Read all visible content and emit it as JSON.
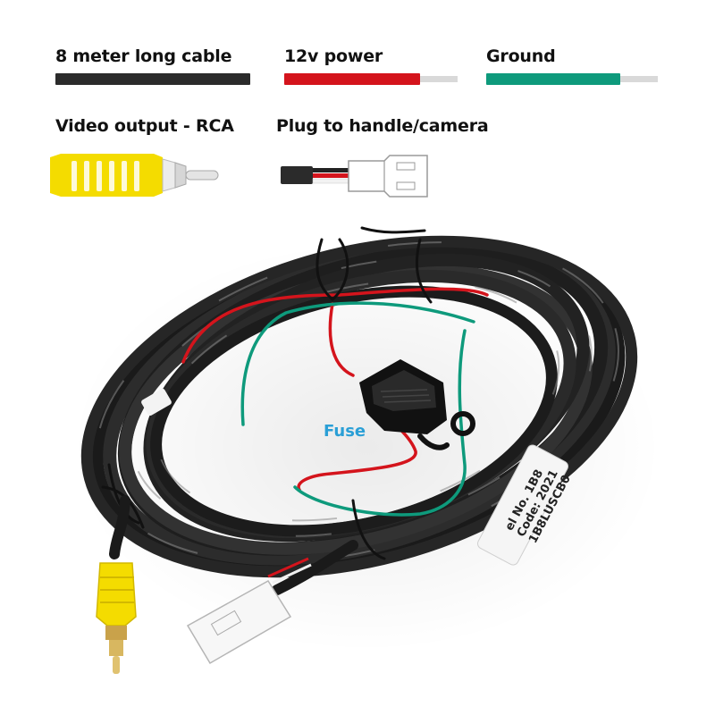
{
  "legend": {
    "cable": {
      "label": "8 meter long cable",
      "color": "#2b2b2b"
    },
    "power": {
      "label": "12v power",
      "color": "#d4141c",
      "tip_color": "#d9d9d9"
    },
    "ground": {
      "label": "Ground",
      "color": "#0e9a7c",
      "tip_color": "#d9d9d9"
    },
    "video": {
      "label": "Video output - RCA",
      "color": "#f4dc00",
      "connector_icon": "rca-plug-icon"
    },
    "plug": {
      "label": "Plug to handle/camera",
      "color": "#ffffff",
      "connector_icon": "connector-plug-icon"
    }
  },
  "photo": {
    "fuse_label": "Fuse",
    "fuse_label_color": "#2a9fd6",
    "sleeve_text": [
      "el No. 1B8",
      "Code: 2021",
      "1B8LUSCB0"
    ]
  }
}
